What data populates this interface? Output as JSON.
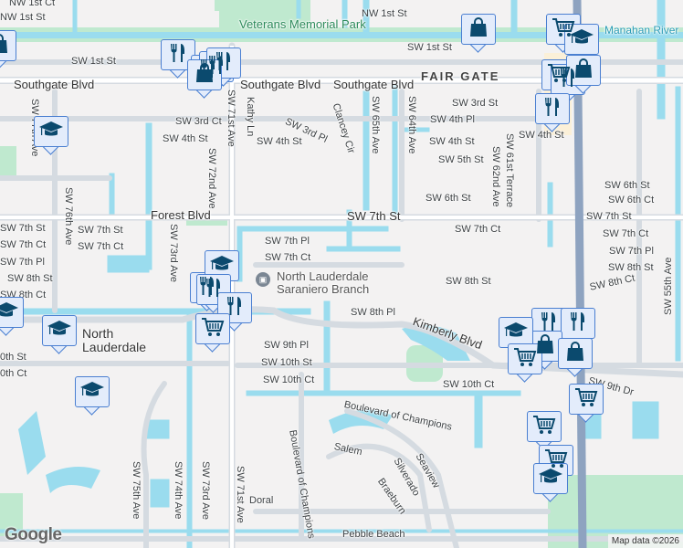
{
  "map": {
    "labels": [
      "NW 1st Ct",
      "NW 1st St",
      "NW 1st St",
      "SW 1st St",
      "SW 1st St",
      "Southgate Blvd",
      "Southgate Blvd",
      "Southgate Blvd",
      "SW 3rd Ct",
      "SW 4th St",
      "SW 3rd Pl",
      "SW 4th St",
      "Clancey Cir",
      "SW 3rd St",
      "SW 4th Pl",
      "SW 4th St",
      "SW 5th St",
      "SW 6th St",
      "SW 4th St",
      "SW 65th Ave",
      "SW 64th Ave",
      "SW 62nd Ave",
      "SW 61st Terrace",
      "SW 71st Ave",
      "SW 71st Ave",
      "Kathy Ln",
      "SW 72nd Ave",
      "SW 73rd Ave",
      "SW 76th Ave",
      "SW 77th Ave",
      "Forest Blvd",
      "SW 7th St",
      "SW 7th Ct",
      "SW 7th St",
      "SW 7th Ct",
      "SW 7th St",
      "SW 7th Ct",
      "SW 7th Pl",
      "SW 8th St",
      "SW 8th Ct",
      "SW 7th Pl",
      "SW 7th Ct",
      "SW 8th St",
      "SW 8th Pl",
      "Kimberly Blvd",
      "SW 9th Pl",
      "SW 10th St",
      "SW 10th Ct",
      "SW 10th Ct",
      "0th St",
      "0th Ct",
      "Boulevard of Champions",
      "Boulevard of Champions",
      "Salem",
      "Seaview",
      "Silverado",
      "Braeburn",
      "Doral",
      "Pebble Beach",
      "SW 75th Ave",
      "SW 74th Ave",
      "SW 73rd Ave",
      "SW 6th St",
      "SW 6th Ct",
      "SW 7th St",
      "SW 7th Ct",
      "SW 7th Pl",
      "SW 8th St",
      "SW 8th Ct",
      "SW 9th Dr",
      "SW 55th Ave"
    ],
    "park_name": "Veterans Memorial Park",
    "river_name": "Manahan River",
    "area_name": "FAIR GATE",
    "city_name": "North Lauderdale",
    "library_name": "North Lauderdale Saraniero Branch",
    "markers": [
      "restaurant",
      "restaurant",
      "restaurant",
      "restaurant",
      "shopping",
      "shopping",
      "grocery",
      "school",
      "grocery",
      "restaurant",
      "shopping",
      "restaurant",
      "school",
      "school",
      "restaurant",
      "shopping",
      "school",
      "restaurant",
      "restaurant",
      "grocery",
      "school",
      "school",
      "restaurant",
      "restaurant",
      "shopping",
      "school",
      "grocery",
      "shopping",
      "grocery",
      "grocery",
      "grocery",
      "school"
    ],
    "attribution": "Map data ©2026",
    "logo": "Google",
    "colors": {
      "water": "#9adcee",
      "park": "#bfe9cf",
      "road": "#ffffff",
      "road_outline": "#d5dbe1",
      "highway": "#8ea3c0",
      "marker_bg": "#e3ecfb",
      "marker_border": "#4a7fd1",
      "marker_icon": "#0b4a6e"
    }
  }
}
